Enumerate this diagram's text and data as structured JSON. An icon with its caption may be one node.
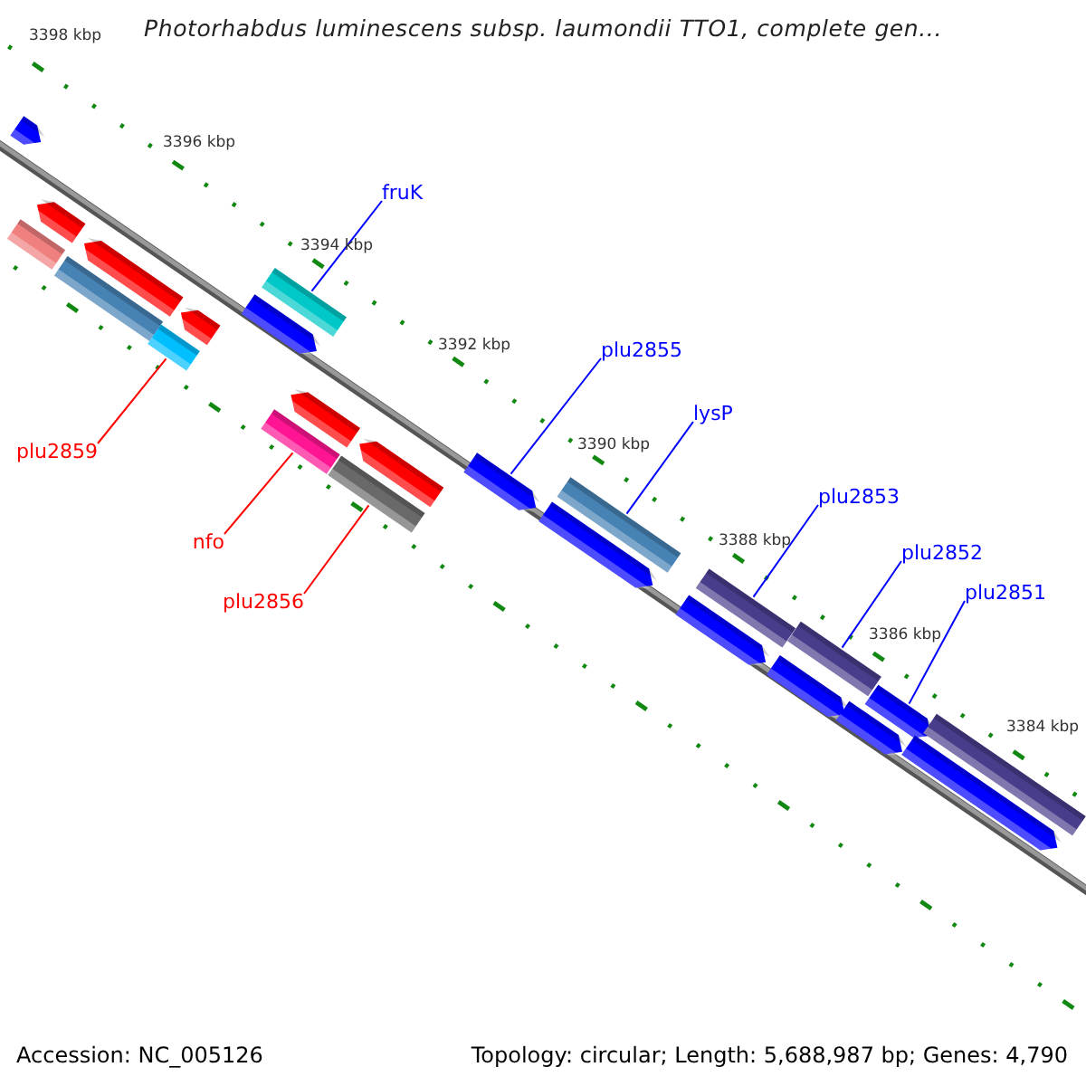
{
  "diagram": {
    "title": "Photorhabdus luminescens subsp. laumondii TTO1, complete gen...",
    "nodes": [
      {
        "text": [
          "fruK"
        ]
      },
      {
        "text": [
          "plu2855"
        ]
      },
      {
        "text": [
          "lysP"
        ]
      },
      {
        "text": [
          "plu2859"
        ]
      },
      {
        "text": [
          "plu2853"
        ]
      },
      {
        "text": [
          "nfo"
        ]
      },
      {
        "text": [
          "plu2852"
        ]
      },
      {
        "text": [
          "plu2851"
        ]
      },
      {
        "text": [
          "plu2856"
        ]
      },
      {
        "text": [],
        "shape": "pentagon"
      },
      {
        "text": [],
        "shape": "bar"
      },
      {
        "text": [],
        "shape": "pentagon"
      },
      {
        "text": [],
        "shape": "bar"
      },
      {
        "text": [],
        "shape": "pentagon"
      },
      {
        "text": [],
        "shape": "bar"
      },
      {
        "text": [],
        "shape": "pentagon"
      },
      {
        "text": [],
        "shape": "pentagon"
      },
      {
        "text": [],
        "shape": "bar"
      },
      {
        "text": [],
        "shape": "bar"
      },
      {
        "text": [],
        "shape": "pentagon"
      },
      {
        "text": [],
        "shape": "bar"
      },
      {
        "text": [],
        "shape": "pentagon"
      },
      {
        "text": [],
        "shape": "pentagon"
      },
      {
        "text": [],
        "shape": "pentagon"
      },
      {
        "text": [],
        "shape": "bar"
      },
      {
        "text": [],
        "shape": "pentagon"
      },
      {
        "text": [],
        "shape": "bar"
      },
      {
        "text": [],
        "shape": "pentagon"
      },
      {
        "text": [],
        "shape": "bar"
      },
      {
        "text": [],
        "shape": "pentagon"
      },
      {
        "text": [],
        "shape": "pentagon"
      },
      {
        "text": [],
        "shape": "pentagon"
      },
      {
        "text": [],
        "shape": "bar"
      }
    ],
    "edges": [
      {
        "from": 0,
        "to": 18,
        "arrow": "none"
      },
      {
        "from": 1,
        "to": 22,
        "arrow": "none"
      },
      {
        "from": 2,
        "to": 24,
        "arrow": "none"
      },
      {
        "from": 3,
        "to": 14,
        "arrow": "none",
        "color": "#ff0000"
      },
      {
        "from": 4,
        "to": 26,
        "arrow": "none"
      },
      {
        "from": 5,
        "to": 17,
        "arrow": "none",
        "color": "#ff0000"
      },
      {
        "from": 6,
        "to": 28,
        "arrow": "none"
      },
      {
        "from": 7,
        "to": 30,
        "arrow": "none"
      },
      {
        "from": 8,
        "to": 20,
        "arrow": "none",
        "color": "#ff0000"
      }
    ],
    "labels": [
      "3398 kbp",
      "3396 kbp",
      "3394 kbp",
      "3392 kbp",
      "3390 kbp",
      "3388 kbp",
      "3386 kbp",
      "3384 kbp",
      "Accession: NC_005126",
      "Topology: circular; Length: 5,688,987 bp; Genes: 4,790"
    ]
  }
}
